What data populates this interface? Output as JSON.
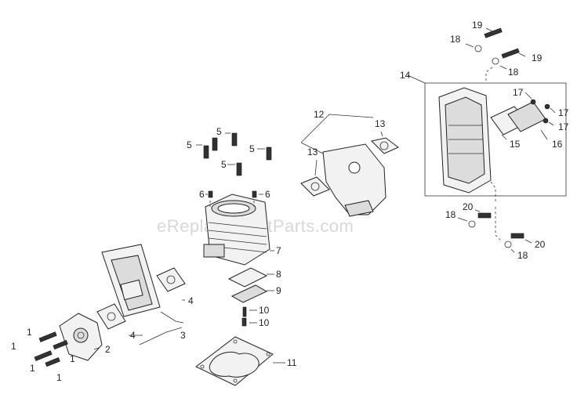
{
  "watermark": "eReplacementParts.com",
  "callouts": {
    "c1a": "1",
    "c1b": "1",
    "c1c": "1",
    "c1d": "1",
    "c1e": "1",
    "c2": "2",
    "c3": "3",
    "c4a": "4",
    "c4b": "4",
    "c5a": "5",
    "c5b": "5",
    "c5c": "5",
    "c5d": "5",
    "c6a": "6",
    "c6b": "6",
    "c7": "7",
    "c8": "8",
    "c9": "9",
    "c10a": "10",
    "c10b": "10",
    "c11": "11",
    "c12": "12",
    "c13a": "13",
    "c13b": "13",
    "c14": "14",
    "c15": "15",
    "c16": "16",
    "c17a": "17",
    "c17b": "17",
    "c17c": "17",
    "c18a": "18",
    "c18b": "18",
    "c18c": "18",
    "c18d": "18",
    "c19a": "19",
    "c19b": "19",
    "c20a": "20",
    "c20b": "20"
  }
}
